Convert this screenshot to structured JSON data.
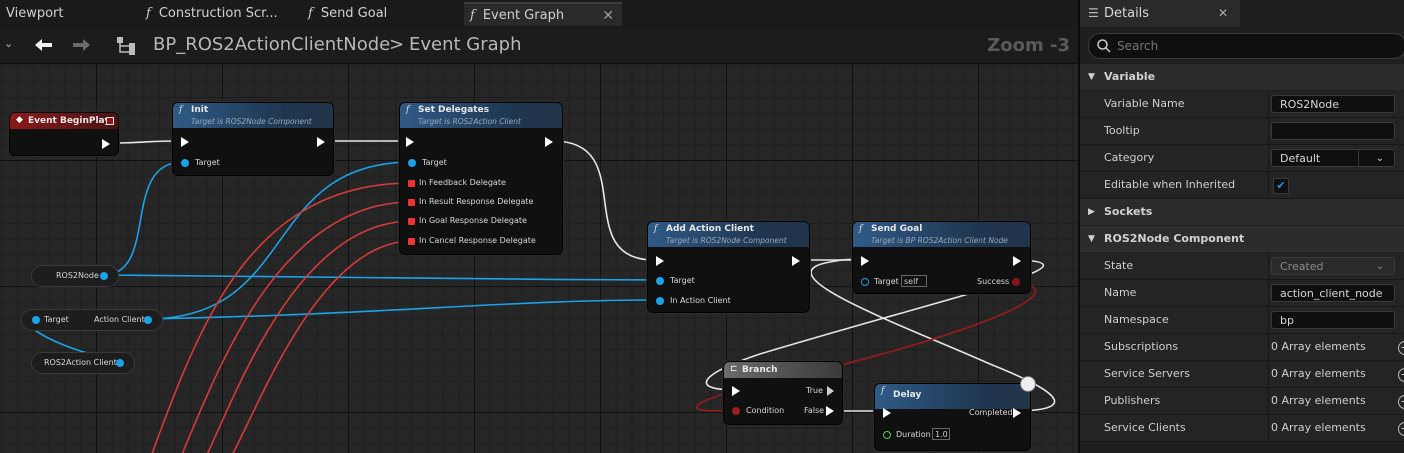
{
  "tabs": [
    {
      "label": "Viewport",
      "fx": false
    },
    {
      "label": "Construction Scr...",
      "fx": true
    },
    {
      "label": "Send Goal",
      "fx": true
    },
    {
      "label": "Event Graph",
      "fx": true,
      "active": true
    }
  ],
  "toolbar": {
    "blueprint": "BP_ROS2ActionClientNode",
    "separator": ">",
    "graph": "Event Graph",
    "zoom": "Zoom -3"
  },
  "nodes": {
    "begin_play": {
      "title": "Event BeginPlay"
    },
    "init": {
      "title": "Init",
      "subtitle": "Target is ROS2Node Component",
      "pin_target": "Target"
    },
    "set_delegates": {
      "title": "Set Delegates",
      "subtitle": "Target is ROS2Action Client",
      "pins": [
        "Target",
        "In Feedback Delegate",
        "In Result Response Delegate",
        "In Goal Response Delegate",
        "In Cancel Response Delegate"
      ]
    },
    "add_action_client": {
      "title": "Add Action Client",
      "subtitle": "Target is ROS2Node Component",
      "pin_target": "Target",
      "pin_in": "In Action Client"
    },
    "send_goal": {
      "title": "Send Goal",
      "subtitle": "Target is BP ROS2Action Client Node",
      "pin_target": "Target",
      "self": "self",
      "success": "Success"
    },
    "branch": {
      "title": "Branch",
      "condition": "Condition",
      "true": "True",
      "false": "False"
    },
    "delay": {
      "title": "Delay",
      "completed": "Completed",
      "duration": "Duration",
      "duration_value": "1.0"
    }
  },
  "variables": {
    "ros2node": "ROS2Node",
    "target": "Target",
    "action_client": "Action Client",
    "ros2action_client": "ROS2Action Client"
  },
  "details": {
    "title": "Details",
    "search_placeholder": "Search",
    "sections": {
      "variable": "Variable",
      "sockets": "Sockets",
      "component": "ROS2Node Component"
    },
    "rows": {
      "variable_name": {
        "label": "Variable Name",
        "value": "ROS2Node"
      },
      "tooltip": {
        "label": "Tooltip",
        "value": ""
      },
      "category": {
        "label": "Category",
        "value": "Default"
      },
      "editable": {
        "label": "Editable when Inherited",
        "checked": true
      },
      "state": {
        "label": "State",
        "value": "Created"
      },
      "name": {
        "label": "Name",
        "value": "action_client_node"
      },
      "namespace": {
        "label": "Namespace",
        "value": "bp"
      },
      "subscriptions": {
        "label": "Subscriptions",
        "value": "0 Array elements"
      },
      "service_servers": {
        "label": "Service Servers",
        "value": "0 Array elements"
      },
      "publishers": {
        "label": "Publishers",
        "value": "0 Array elements"
      },
      "service_clients": {
        "label": "Service Clients",
        "value": "0 Array elements"
      }
    }
  },
  "colors": {
    "object_pin": "#1aa3e8",
    "delegate_pin": "#e33333",
    "bool_pin": "#8b1414",
    "exec_wire": "#e6e6e6"
  }
}
